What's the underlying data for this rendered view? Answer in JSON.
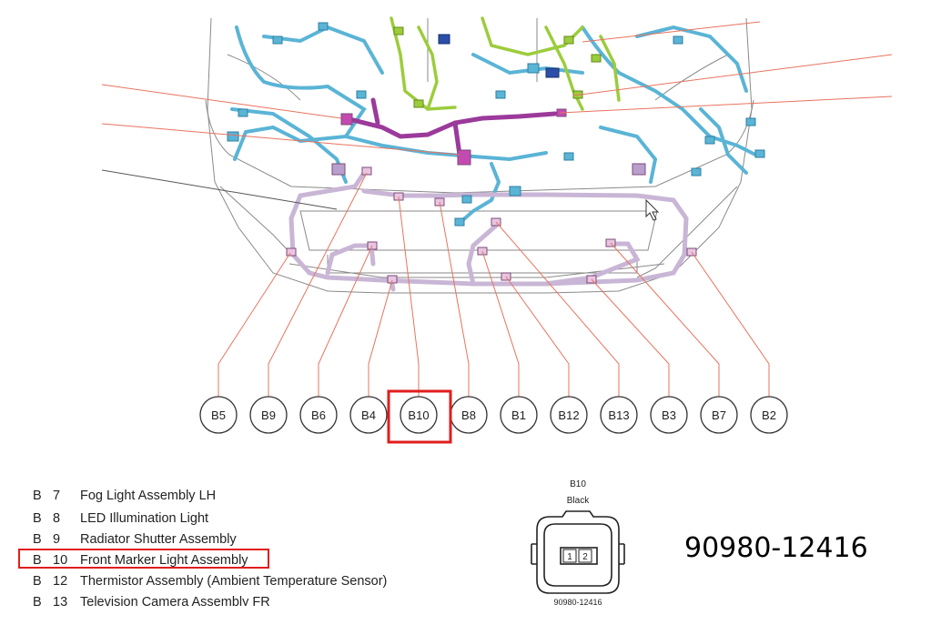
{
  "diagram": {
    "callouts": [
      "B5",
      "B9",
      "B6",
      "B4",
      "B10",
      "B8",
      "B1",
      "B12",
      "B13",
      "B3",
      "B7",
      "B2"
    ],
    "highlighted_callout": "B10",
    "highlight_color": "#e11d1d",
    "leader_color": "#e8735f",
    "harness_colors": {
      "engine_blue": "#5ab4d6",
      "cowl_green": "#9ccc3c",
      "center_purple": "#9b3a9b",
      "bumper_lavender": "#c9b6d6"
    }
  },
  "legend": {
    "cut_top": {
      "prefix": "B",
      "num": "7",
      "text": "Fog Light Assembly LH"
    },
    "rows": [
      {
        "prefix": "B",
        "num": "8",
        "text": "LED Illumination Light"
      },
      {
        "prefix": "B",
        "num": "9",
        "text": "Radiator Shutter Assembly"
      },
      {
        "prefix": "B",
        "num": "10",
        "text": "Front Marker Light Assembly"
      },
      {
        "prefix": "B",
        "num": "12",
        "text": "Thermistor Assembly (Ambient Temperature Sensor)"
      }
    ],
    "cut_bottom": {
      "prefix": "B",
      "num": "13",
      "text": "Television Camera Assembly FR"
    }
  },
  "connector": {
    "code": "B10",
    "color": "Black",
    "pin_1": "1",
    "pin_2": "2",
    "part_number": "90980-12416"
  },
  "part_number_large": "90980-12416"
}
